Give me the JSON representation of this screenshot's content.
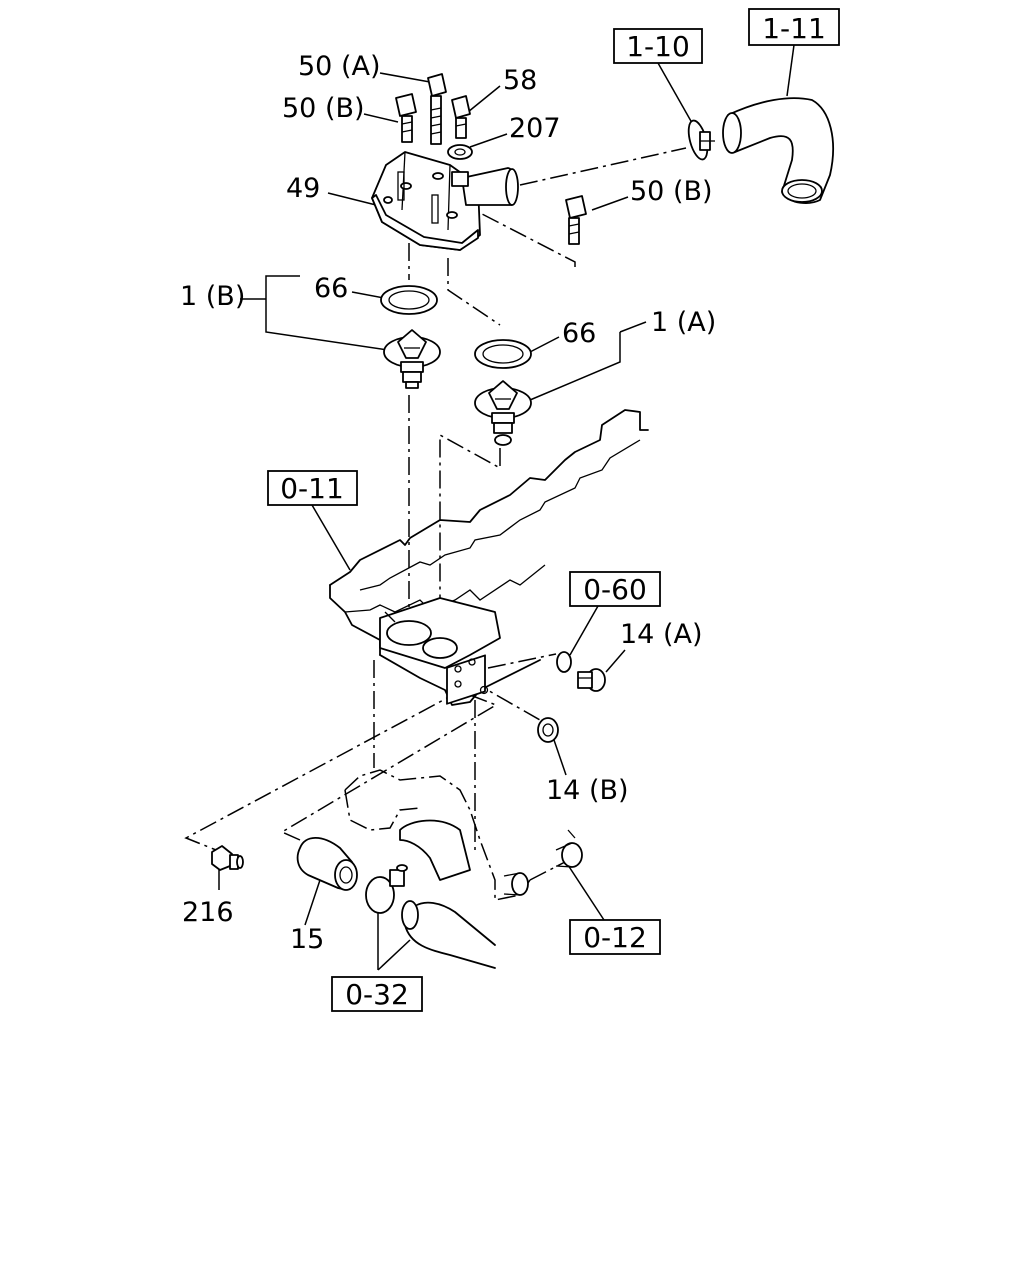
{
  "part_labels": {
    "bolt_50a": "50 (A)",
    "bolt_50b_left": "50 (B)",
    "bolt_50b_right": "50 (B)",
    "bolt_58": "58",
    "washer_207": "207",
    "housing_49": "49",
    "gasket_66_left": "66",
    "gasket_66_right": "66",
    "thermostat_1b": "1 (B)",
    "thermostat_1a": "1 (A)",
    "plug_14a": "14 (A)",
    "plug_14b": "14 (B)",
    "fitting_216": "216",
    "hose_15": "15"
  },
  "references": {
    "ref_1_10": "1-10",
    "ref_1_11": "1-11",
    "ref_0_11": "0-11",
    "ref_0_60": "0-60",
    "ref_0_12": "0-12",
    "ref_0_32": "0-32"
  }
}
